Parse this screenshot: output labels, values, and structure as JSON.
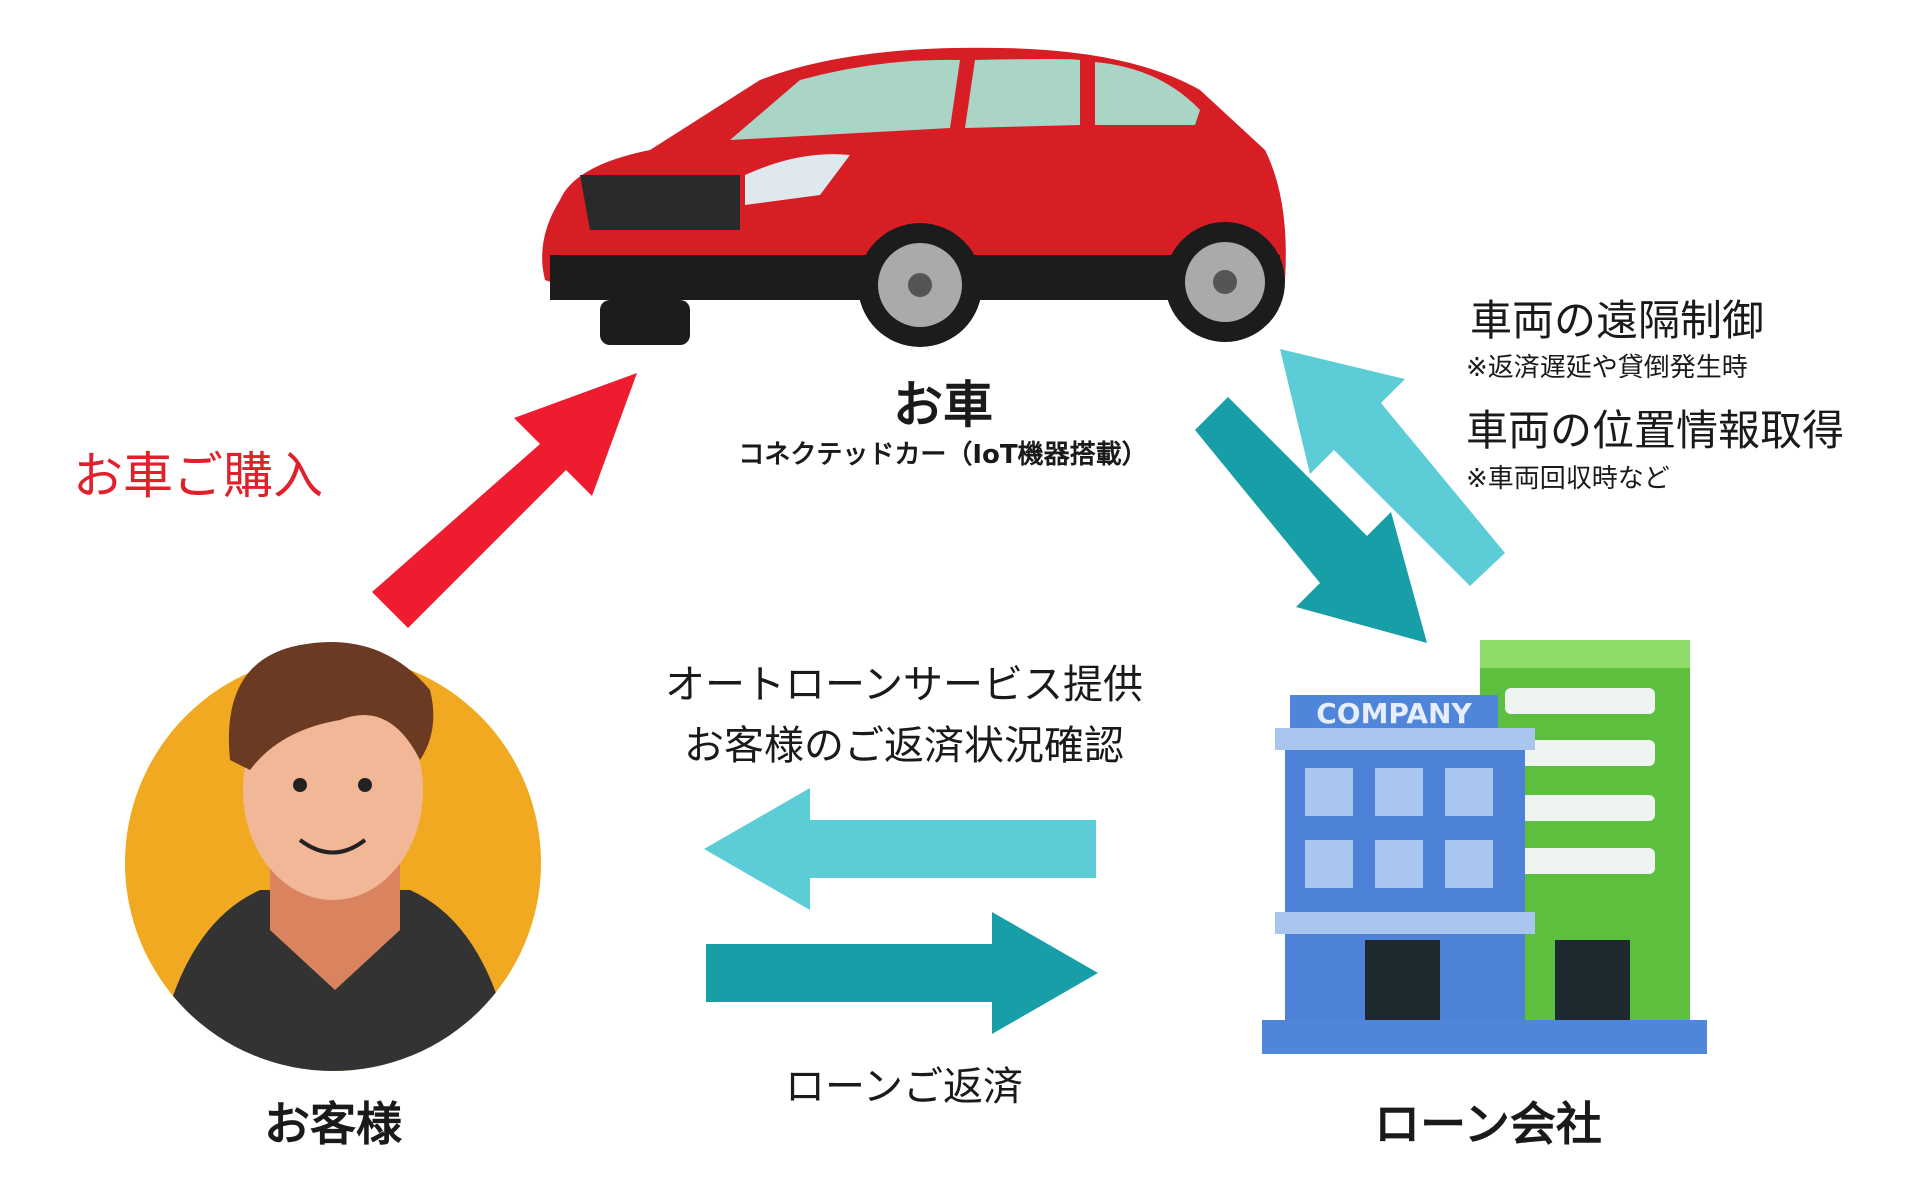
{
  "car": {
    "title": "お車",
    "subtitle": "コネクテッドカー（IoT機器搭載）"
  },
  "purchase_label": "お車ご購入",
  "remote": {
    "line1": "車両の遠隔制御",
    "note1": "※返済遅延や貸倒発生時",
    "line2": "車両の位置情報取得",
    "note2": "※車両回収時など"
  },
  "service": {
    "line1": "オートローンサービス提供",
    "line2": "お客様のご返済状況確認"
  },
  "repayment_label": "ローンご返済",
  "customer_label": "お客様",
  "company_label": "ローン会社",
  "building_sign": "COMPANY",
  "colors": {
    "red_arrow": "#ee1c2e",
    "dark_teal": "#179ea6",
    "light_teal": "#5ccdd7",
    "purchase_text": "#e0202a",
    "avatar_bg": "#f2a922"
  }
}
